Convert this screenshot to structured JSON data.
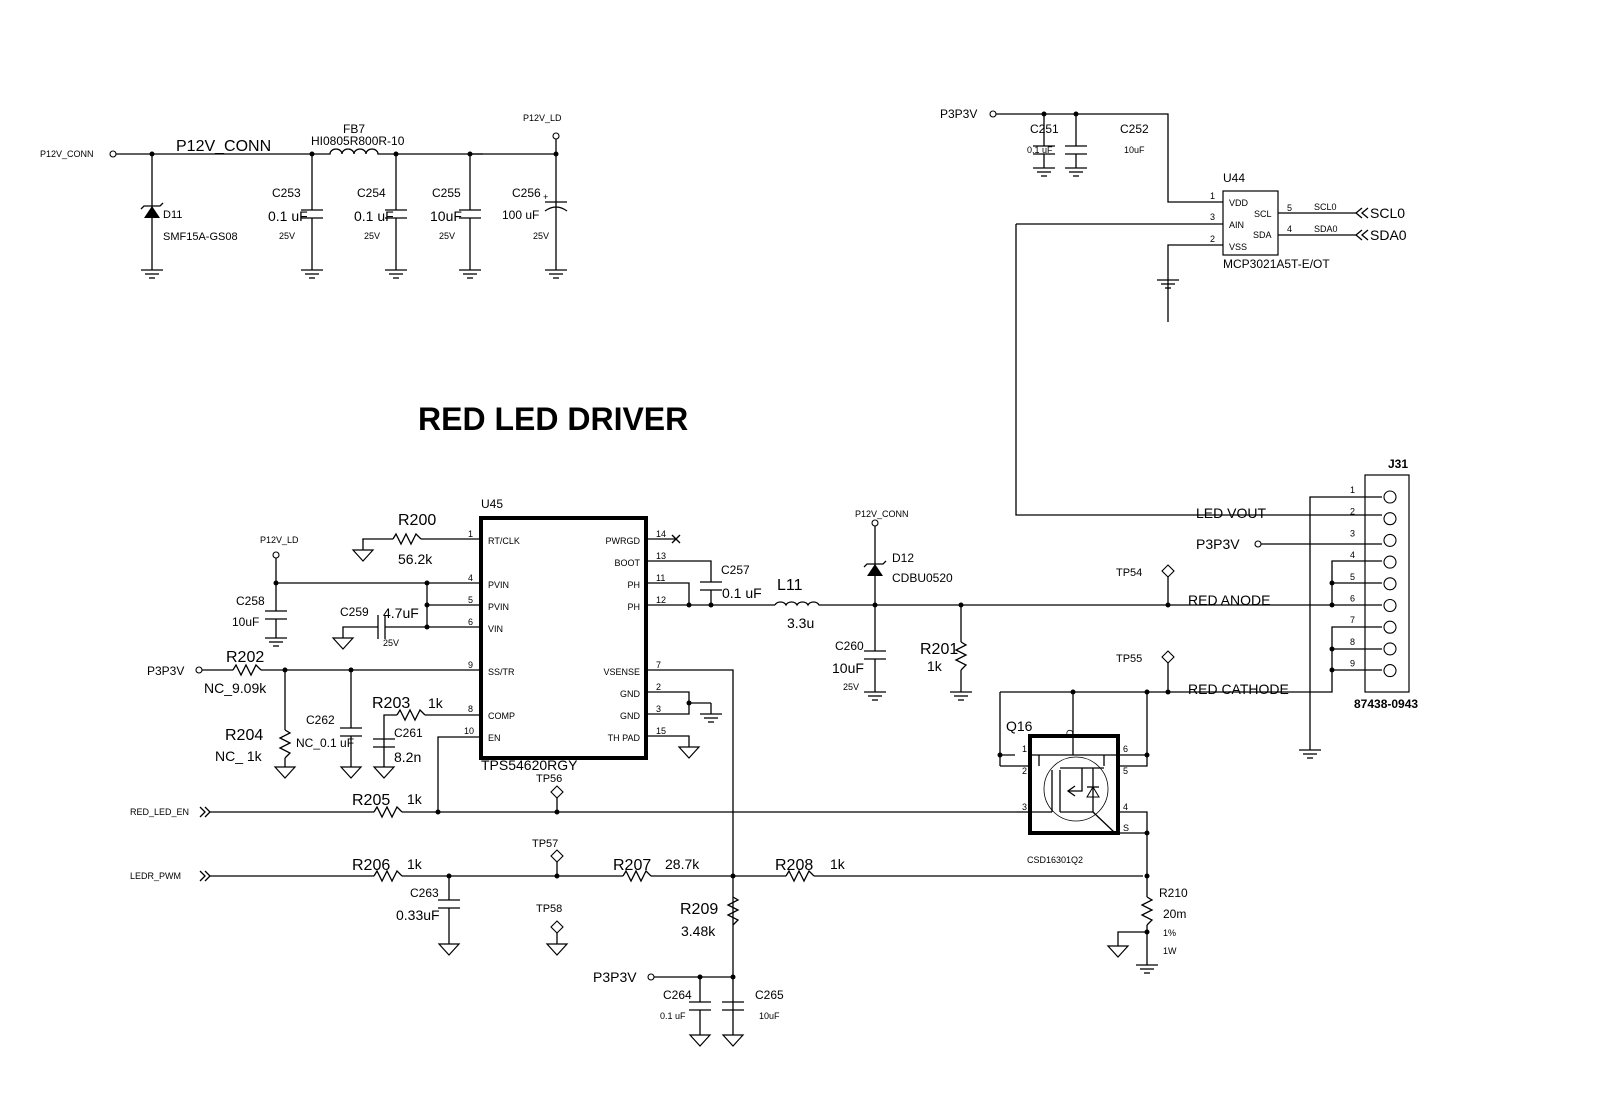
{
  "title": "RED LED DRIVER",
  "input_filter": {
    "net_in": "P12V_CONN",
    "net_label": "P12V_CONN",
    "net_out": "P12V_LD",
    "d11": {
      "ref": "D11",
      "part": "SMF15A-GS08"
    },
    "fb7": {
      "ref": "FB7",
      "part": "HI0805R800R-10"
    },
    "c253": {
      "ref": "C253",
      "value": "0.1 uF",
      "voltage": "25V"
    },
    "c254": {
      "ref": "C254",
      "value": "0.1 uF",
      "voltage": "25V"
    },
    "c255": {
      "ref": "C255",
      "value": "10uF",
      "voltage": "25V"
    },
    "c256": {
      "ref": "C256",
      "value": "100 uF",
      "voltage": "25V",
      "polarity": "+"
    }
  },
  "adc": {
    "net_vdd": "P3P3V",
    "c251": {
      "ref": "C251",
      "value": "0.1 uF"
    },
    "c252": {
      "ref": "C252",
      "value": "10uF"
    },
    "u44": {
      "ref": "U44",
      "part": "MCP3021A5T-E/OT",
      "pins": [
        {
          "num": "1",
          "name": "VDD"
        },
        {
          "num": "3",
          "name": "AIN"
        },
        {
          "num": "2",
          "name": "VSS"
        },
        {
          "num": "5",
          "name": "SCL"
        },
        {
          "num": "4",
          "name": "SDA"
        }
      ]
    },
    "scl_wire": "SCL0",
    "sda_wire": "SDA0",
    "scl_port": "SCL0",
    "sda_port": "SDA0"
  },
  "regulator": {
    "u45": {
      "ref": "U45",
      "part": "TPS54620RGY",
      "left_pins": [
        {
          "num": "1",
          "name": "RT/CLK"
        },
        {
          "num": "4",
          "name": "PVIN"
        },
        {
          "num": "5",
          "name": "PVIN"
        },
        {
          "num": "6",
          "name": "VIN"
        },
        {
          "num": "9",
          "name": "SS/TR"
        },
        {
          "num": "8",
          "name": "COMP"
        },
        {
          "num": "10",
          "name": "EN"
        }
      ],
      "right_pins": [
        {
          "num": "14",
          "name": "PWRGD"
        },
        {
          "num": "13",
          "name": "BOOT"
        },
        {
          "num": "11",
          "name": "PH"
        },
        {
          "num": "12",
          "name": "PH"
        },
        {
          "num": "7",
          "name": "VSENSE"
        },
        {
          "num": "2",
          "name": "GND"
        },
        {
          "num": "3",
          "name": "GND"
        },
        {
          "num": "15",
          "name": "TH PAD"
        }
      ]
    },
    "p12v_ld": "P12V_LD",
    "r200": {
      "ref": "R200",
      "value": "56.2k"
    },
    "c258": {
      "ref": "C258",
      "value": "10uF"
    },
    "c259": {
      "ref": "C259",
      "value": "4.7uF",
      "voltage": "25V"
    },
    "p3p3v": "P3P3V",
    "r202": {
      "ref": "R202",
      "value": "NC_9.09k"
    },
    "r204": {
      "ref": "R204",
      "value": "NC_ 1k"
    },
    "c262": {
      "ref": "C262",
      "value": "NC_0.1 uF"
    },
    "r203": {
      "ref": "R203",
      "value": "1k"
    },
    "c261": {
      "ref": "C261",
      "value": "8.2n"
    },
    "c257": {
      "ref": "C257",
      "value": "0.1 uF"
    },
    "l11": {
      "ref": "L11",
      "value": "3.3u"
    },
    "p12v_conn": "P12V_CONN",
    "d12": {
      "ref": "D12",
      "part": "CDBU0520"
    },
    "c260": {
      "ref": "C260",
      "value": "10uF",
      "voltage": "25V"
    },
    "r201": {
      "ref": "R201",
      "value": "1k"
    }
  },
  "control": {
    "red_led_en": "RED_LED_EN",
    "ledr_pwm": "LEDR_PWM",
    "r205": {
      "ref": "R205",
      "value": "1k"
    },
    "r206": {
      "ref": "R206",
      "value": "1k"
    },
    "r207": {
      "ref": "R207",
      "value": "28.7k"
    },
    "r208": {
      "ref": "R208",
      "value": "1k"
    },
    "r209": {
      "ref": "R209",
      "value": "3.48k"
    },
    "c263": {
      "ref": "C263",
      "value": "0.33uF"
    },
    "tp56": "TP56",
    "tp57": "TP57",
    "tp58": "TP58",
    "p3p3v": "P3P3V",
    "c264": {
      "ref": "C264",
      "value": "0.1 uF"
    },
    "c265": {
      "ref": "C265",
      "value": "10uF"
    }
  },
  "output": {
    "tp54": "TP54",
    "tp55": "TP55",
    "led_vout": "LED  VOUT",
    "p3p3v": "P3P3V",
    "red_anode": "RED  ANODE",
    "red_cathode": "RED  CATHODE",
    "q16": {
      "ref": "Q16",
      "part": "CSD16301Q2",
      "pins": [
        "1",
        "2",
        "3",
        "6",
        "5",
        "4"
      ],
      "drain": "D",
      "source": "S"
    },
    "r210": {
      "ref": "R210",
      "value": "20m",
      "tolerance": "1%",
      "power": "1W"
    },
    "j31": {
      "ref": "J31",
      "part": "87438-0943",
      "pins": [
        "1",
        "2",
        "3",
        "4",
        "5",
        "6",
        "7",
        "8",
        "9"
      ]
    }
  }
}
